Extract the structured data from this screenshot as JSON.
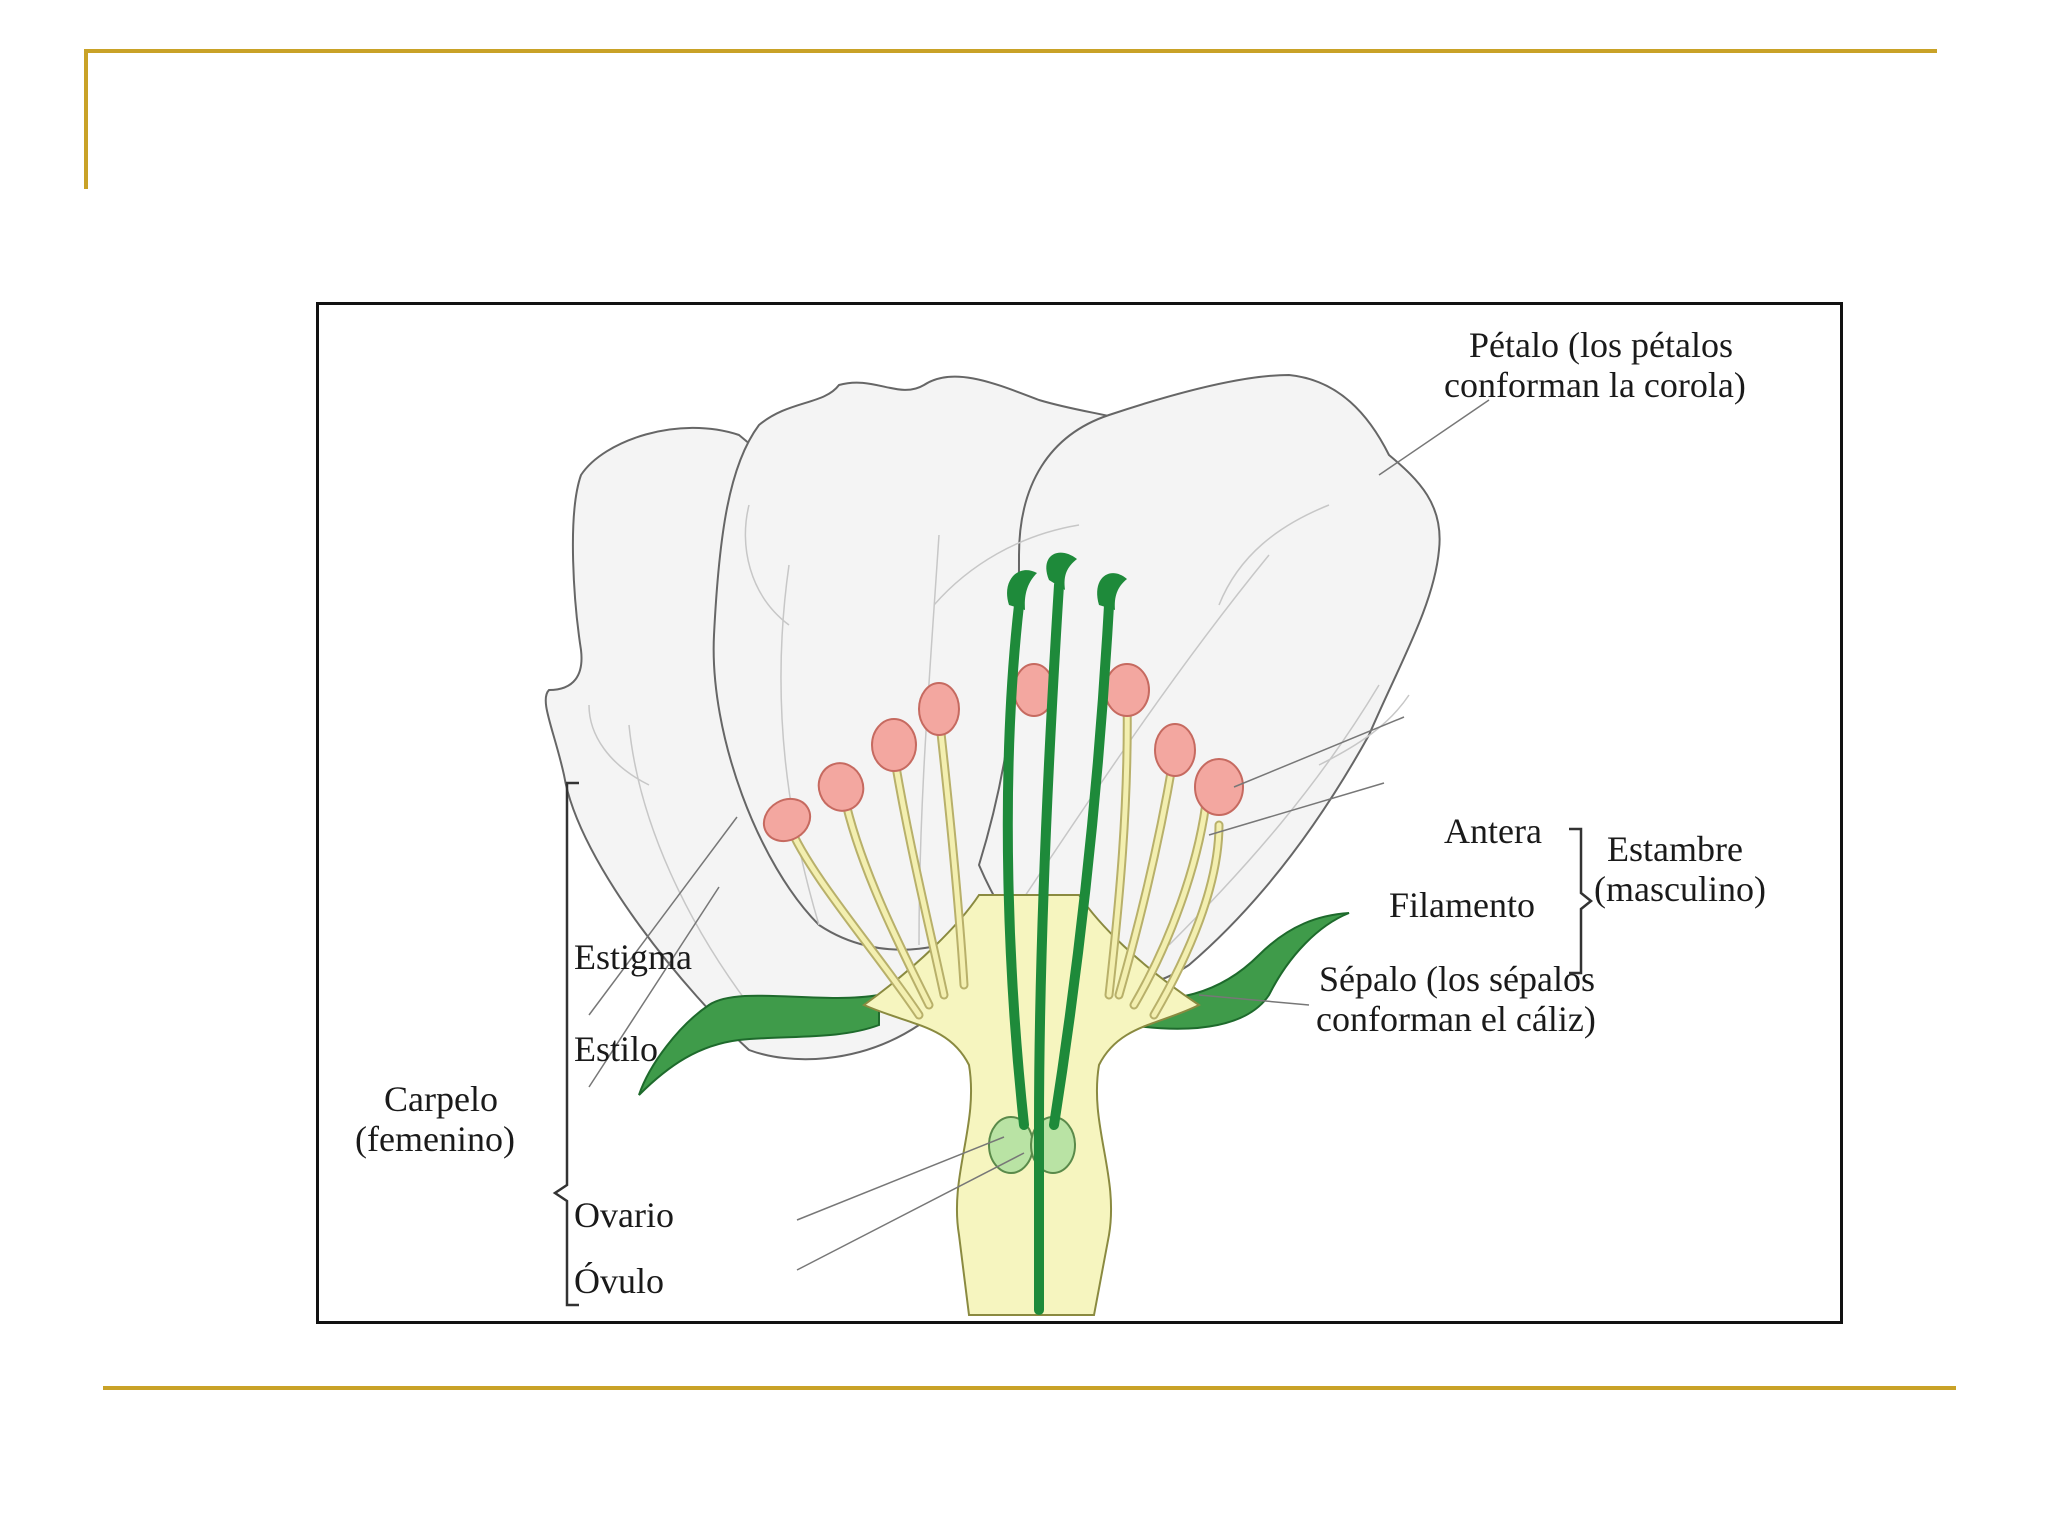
{
  "colors": {
    "accent_rule": "#c9a227",
    "frame": "#111111",
    "petal_fill": "#f4f4f4",
    "petal_edge": "#666666",
    "style_green": "#1e8a3a",
    "receptacle": "#f6f5bf",
    "anther": "#f3a7a0",
    "filament": "#f3efb0",
    "ovule": "#b9e3a4"
  },
  "labels": {
    "petalo_1": "Pétalo (los pétalos",
    "petalo_2": "conforman la corola)",
    "antera": "Antera",
    "filamento": "Filamento",
    "estambre_1": "Estambre",
    "estambre_2": "(masculino)",
    "sepalo_1": "Sépalo (los sépalos",
    "sepalo_2": "conforman el cáliz)",
    "estigma": "Estigma",
    "estilo": "Estilo",
    "carpelo_1": "Carpelo",
    "carpelo_2": "(femenino)",
    "ovario": "Ovario",
    "ovulo": "Óvulo"
  }
}
